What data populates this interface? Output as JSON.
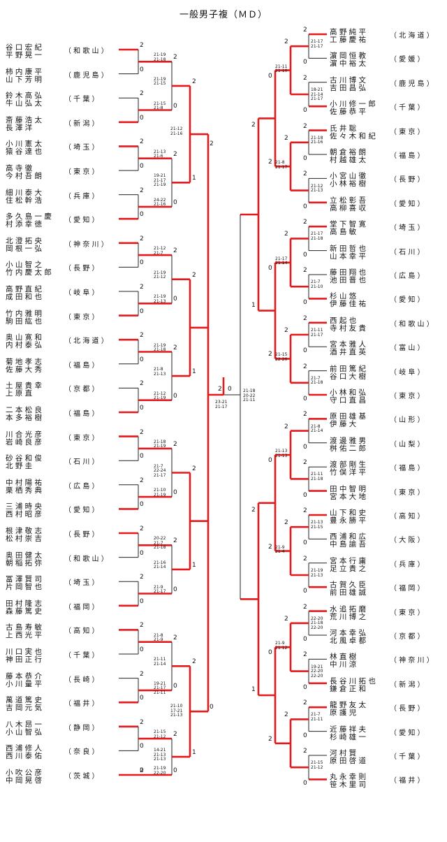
{
  "title": "一般男子複（ＭＤ）",
  "brackets": {
    "left": {
      "pairs": [
        {
          "p1": "谷口宏紀",
          "p2": "平野晃一",
          "pref": "和歌山"
        },
        {
          "p1": "柿内康平",
          "p2": "山下芳明",
          "pref": "鹿児島"
        },
        {
          "p1": "鈴木高弘",
          "p2": "牛山弘太",
          "pref": "千葉"
        },
        {
          "p1": "斎藤浩太",
          "p2": "長澤洋",
          "pref": "新潟"
        },
        {
          "p1": "小川憲太",
          "p2": "猿谷達也",
          "pref": "埼玉"
        },
        {
          "p1": "高寺徹",
          "p2": "今村吾朗",
          "pref": "東京"
        },
        {
          "p1": "細川泰大",
          "p2": "住松幹浩",
          "pref": "兵庫"
        },
        {
          "p1": "多久島一慶",
          "p2": "村添幸徳",
          "pref": "愛知"
        },
        {
          "p1": "北澄拓央",
          "p2": "岡根一弘",
          "pref": "神奈川"
        },
        {
          "p1": "小山智之",
          "p2": "竹内慶太郎",
          "pref": "長野"
        },
        {
          "p1": "高野直紀",
          "p2": "成田和也",
          "pref": "岐阜"
        },
        {
          "p1": "竹内雅明",
          "p2": "駒田紘也",
          "pref": "東京"
        },
        {
          "p1": "奥山寛和",
          "p2": "内村泰弘",
          "pref": "北海道"
        },
        {
          "p1": "菊地孝志",
          "p2": "佐藤大秀",
          "pref": "福島"
        },
        {
          "p1": "土屋貴幸",
          "p2": "上原直",
          "pref": "京都"
        },
        {
          "p1": "二本松良",
          "p2": "本多裕樹",
          "pref": "福島"
        },
        {
          "p1": "川合光彦",
          "p2": "岩崎良彦",
          "pref": "東京"
        },
        {
          "p1": "砂谷和俊",
          "p2": "北野圭",
          "pref": "石川"
        },
        {
          "p1": "中村陽祐",
          "p2": "栗栖秀典",
          "pref": "広島"
        },
        {
          "p1": "三浦時央",
          "p2": "西村昭彦",
          "pref": "愛知"
        },
        {
          "p1": "根津敬志",
          "p2": "松村崇吉",
          "pref": "長野"
        },
        {
          "p1": "奥田健太",
          "p2": "朝稲拓弥",
          "pref": "和歌山"
        },
        {
          "p1": "冨澤賢司",
          "p2": "片岡智也",
          "pref": "埼玉"
        },
        {
          "p1": "田村隆志",
          "p2": "森藤篤史",
          "pref": "福岡"
        },
        {
          "p1": "古島寿敏",
          "p2": "上西光平",
          "pref": "高知"
        },
        {
          "p1": "川口実也",
          "p2": "神田正行",
          "pref": "千葉"
        },
        {
          "p1": "藤本恭介",
          "p2": "小川量平",
          "pref": "長崎"
        },
        {
          "p1": "萬道篤史",
          "p2": "吉岡元気",
          "pref": "福井"
        },
        {
          "p1": "八木昂一",
          "p2": "小山智弘",
          "pref": "静岡"
        },
        {
          "p1": "西浦修人",
          "p2": "西川泰佑",
          "pref": "奈良"
        },
        {
          "p1": "小吹公彦",
          "p2": "中岡晃啓",
          "pref": "茨城"
        }
      ]
    },
    "right": {
      "pairs": [
        {
          "p1": "高野純平",
          "p2": "工藤慶祐",
          "pref": "北海道"
        },
        {
          "p1": "濵岡恒教",
          "p2": "濵中裕太",
          "pref": "愛媛"
        },
        {
          "p1": "古川博文",
          "p2": "吉田昌弘",
          "pref": "鹿児島"
        },
        {
          "p1": "小川修一郎",
          "p2": "佐藤恭平",
          "pref": "千葉"
        },
        {
          "p1": "氏井聡",
          "p2": "佐々木和紀",
          "pref": "東京"
        },
        {
          "p1": "朝倉裕朗",
          "p2": "村越雄太",
          "pref": "福島"
        },
        {
          "p1": "小宮山徹",
          "p2": "小林裕樹",
          "pref": "長野"
        },
        {
          "p1": "立松彰吾",
          "p2": "高柳喜収",
          "pref": "愛知"
        },
        {
          "p1": "堂下智寛",
          "p2": "高島敏",
          "pref": "埼玉"
        },
        {
          "p1": "新田哲也",
          "p2": "山本幸平",
          "pref": "石川"
        },
        {
          "p1": "藤田翔也",
          "p2": "池田晋也",
          "pref": "広島"
        },
        {
          "p1": "杉山悠",
          "p2": "伊藤佳祐",
          "pref": "愛知"
        },
        {
          "p1": "西起也",
          "p2": "寺村友貴",
          "pref": "和歌山"
        },
        {
          "p1": "宮本雅人",
          "p2": "酒井直英",
          "pref": "富山"
        },
        {
          "p1": "前田篤紀",
          "p2": "谷口大樹",
          "pref": "岐阜"
        },
        {
          "p1": "小林和弘",
          "p2": "守口直昌",
          "pref": "東京"
        },
        {
          "p1": "原田雄基",
          "p2": "伊藤大",
          "pref": "山形"
        },
        {
          "p1": "渡邊雅男",
          "p2": "桝佑二郎",
          "pref": "山梨"
        },
        {
          "p1": "渡部剛生",
          "p2": "竹俣洋平",
          "pref": "福島"
        },
        {
          "p1": "田中智明",
          "p2": "宮本大地",
          "pref": "東京"
        },
        {
          "p1": "山下和史",
          "p2": "豊永勝平",
          "pref": "高知"
        },
        {
          "p1": "西浦和広",
          "p2": "中島諭吾",
          "pref": "大阪"
        },
        {
          "p1": "宮本行庸",
          "p2": "足立貴之",
          "pref": "兵庫"
        },
        {
          "p1": "古賀久臣",
          "p2": "前田雄誠",
          "pref": "福岡"
        },
        {
          "p1": "水追拓磨",
          "p2": "荒川博之",
          "pref": "東京"
        },
        {
          "p1": "河本幸弘",
          "p2": "北風卓都",
          "pref": "京都"
        },
        {
          "p1": "林直樹",
          "p2": "中川涼",
          "pref": "神奈川"
        },
        {
          "p1": "長谷川拓也",
          "p2": "鎌倉正和",
          "pref": "新潟"
        },
        {
          "p1": "龍野友太",
          "p2": "原護児",
          "pref": "長野"
        },
        {
          "p1": "近藤祥夫",
          "p2": "杉崎雄一",
          "pref": "愛知"
        },
        {
          "p1": "河村賢",
          "p2": "原田啓道",
          "pref": "千葉"
        },
        {
          "p1": "丸永幸則",
          "p2": "笹木里司",
          "pref": "福井"
        }
      ]
    }
  },
  "final": {
    "left_score": "2",
    "right_score": "0",
    "games": "23-21\n21-17"
  },
  "game_scores": {
    "L1": [
      "21-19\n21-18",
      "21-15\n21-8",
      "21-13\n21-6",
      "24-22\n21-16",
      "21-12\n21-7",
      "21-19\n21-13",
      "21-19\n21-18",
      "21-12\n21-19",
      "21-18\n21-19",
      "21-10\n21-19",
      "20-22\n21-7\n21-18",
      "21-9\n21-17",
      "21-8\n21-9",
      "19-21\n21-17\n21-11",
      "21-15\n21-12",
      "21-19\n22-20",
      "21-19\n21-15",
      "19-21\n21-17\n21-19",
      "21-19\n21-12",
      "21-8\n21-13",
      "21-7\n22-24\n21-17",
      "21-16\n21-14",
      "21-11\n21-14",
      "14-21\n21-13\n21-13",
      "23-21\n21-12",
      "23-25\n21-13\n21-15",
      "21-13\n21-13",
      "21-12\n21-13"
    ],
    "L2": [
      "21-10\n17-21\n21-13",
      "21-12\n21-16"
    ],
    "R1": [
      "21-17\n21-17",
      "18-21\n21-14\n21-17",
      "21-18\n21-16",
      "21-12\n21-13",
      "21-17\n21-18",
      "21-7\n21-10",
      "21-11\n21-17",
      "21-7\n21-18",
      "21-8\n21-14",
      "21-11\n21-18",
      "21-13\n21-15",
      "21-19\n21-13",
      "22-20\n21-18\n22-20",
      "19-21\n22-20\n22-20",
      "21-7\n21-11",
      "21-15\n21-12",
      "21-11\n21-10",
      "21-8\n21-17",
      "21-17\n21-14",
      "21-15\n22-20",
      "21-13\n21-13",
      "21-9\n21-4",
      "21-9\n21-12"
    ],
    "R2": [
      "21-18\n20-22\n21-11"
    ]
  }
}
